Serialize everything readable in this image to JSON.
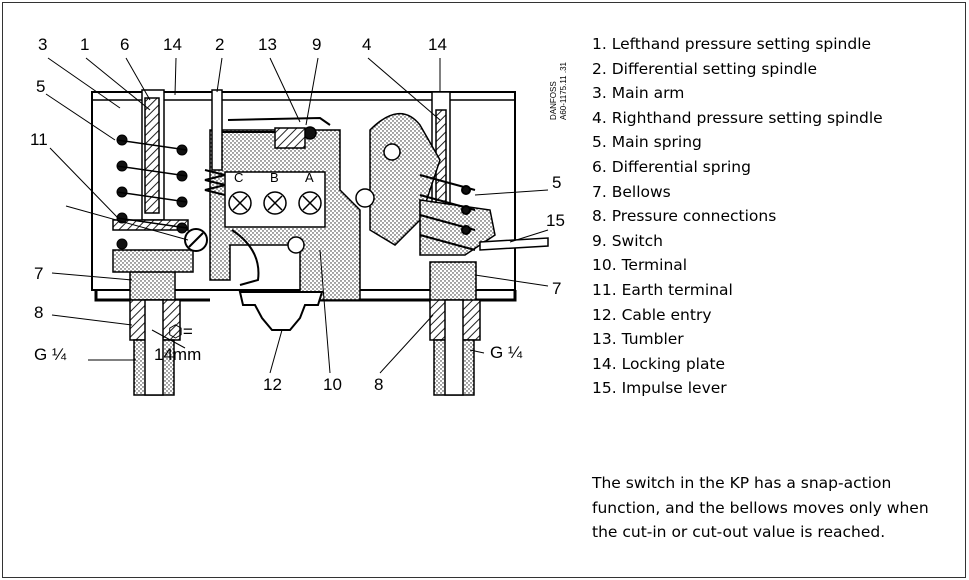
{
  "diagram": {
    "callouts": {
      "n3": "3",
      "n1": "1",
      "n6": "6",
      "n14a": "14",
      "n2": "2",
      "n13": "13",
      "n9": "9",
      "n4": "4",
      "n14b": "14",
      "n5a": "5",
      "n11": "11",
      "n5b": "5",
      "n15": "15",
      "n7a": "7",
      "n7b": "7",
      "n8a": "8",
      "n8b": "8",
      "n12": "12",
      "n10": "10",
      "g14a": "G ¼",
      "g14b": "G ¼",
      "hex": "⬡=",
      "mm": "14mm",
      "tA": "A",
      "tB": "B",
      "tC": "C"
    },
    "stamp_line1": "DANFOSS",
    "stamp_line2": "A60-1175.11 .31"
  },
  "legend": [
    "1. Lefthand pressure setting spindle",
    "2. Differential setting spindle",
    "3. Main arm",
    "4. Righthand pressure setting spindle",
    "5. Main spring",
    "6. Differential spring",
    "7. Bellows",
    "8. Pressure connections",
    "9. Switch",
    "10. Terminal",
    "11. Earth terminal",
    "12. Cable entry",
    "13. Tumbler",
    "14. Locking plate",
    "15. Impulse lever"
  ],
  "note": "The switch in the KP has a snap-action function, and the bellows moves only when the cut-in or cut-out value is reached."
}
